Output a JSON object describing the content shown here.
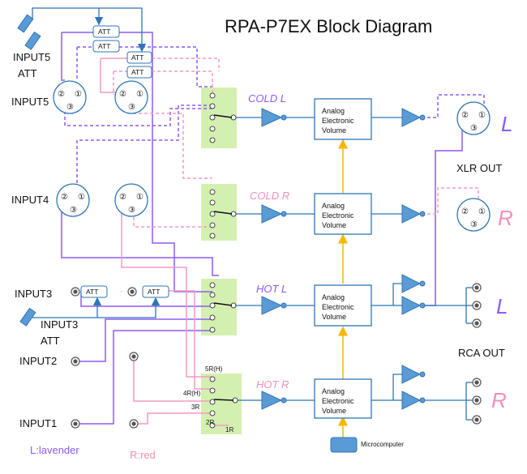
{
  "title": "RPA-P7EX Block Diagram",
  "inputs": {
    "input5_att": [
      "INPUT5",
      "ATT"
    ],
    "input5": "INPUT5",
    "input4": "INPUT4",
    "input3": "INPUT3",
    "input3_att": [
      "INPUT3",
      "ATT"
    ],
    "input2": "INPUT2",
    "input1": "INPUT1"
  },
  "att_label": "ATT",
  "xlr_pins": [
    "②",
    "①",
    "③"
  ],
  "stages": [
    "COLD L",
    "COLD R",
    "HOT L",
    "HOT R"
  ],
  "volume_label": [
    "Analog",
    "Electronic",
    "Volume"
  ],
  "microcomputer": "Microcomputer",
  "outputs": {
    "xlr_out": "XLR OUT",
    "rca_out": "RCA OUT",
    "L": "L",
    "R": "R"
  },
  "switch_labels": [
    "5R(H)",
    "4R(H)",
    "3R",
    "2R",
    "1R"
  ],
  "legend": {
    "lavender": "L:lavender",
    "red": "R:red"
  },
  "colors": {
    "lavender": "#8b5cf6",
    "pink": "#f49ac1",
    "blue": "#2e75b6",
    "green_fill": "#d4f0b0",
    "amber": "#f5b800",
    "l_text": "#8a5cf5",
    "r_text": "#f58fb8"
  }
}
